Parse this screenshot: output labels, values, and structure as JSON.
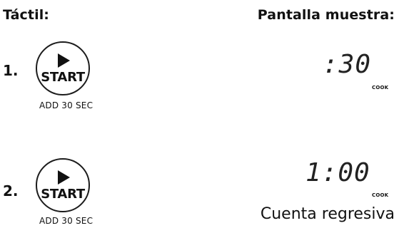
{
  "headings": {
    "touch": "Táctil:",
    "display": "Pantalla muestra:"
  },
  "steps": [
    {
      "number": "1.",
      "button_label": "START",
      "button_caption": "ADD 30 SEC",
      "display_value": ":30",
      "display_indicator": "COOK"
    },
    {
      "number": "2.",
      "button_label": "START",
      "button_caption": "ADD 30 SEC",
      "display_value": "1:00",
      "display_indicator": "COOK"
    }
  ],
  "countdown_label": "Cuenta regresiva",
  "icons": {
    "play": "play-icon"
  }
}
